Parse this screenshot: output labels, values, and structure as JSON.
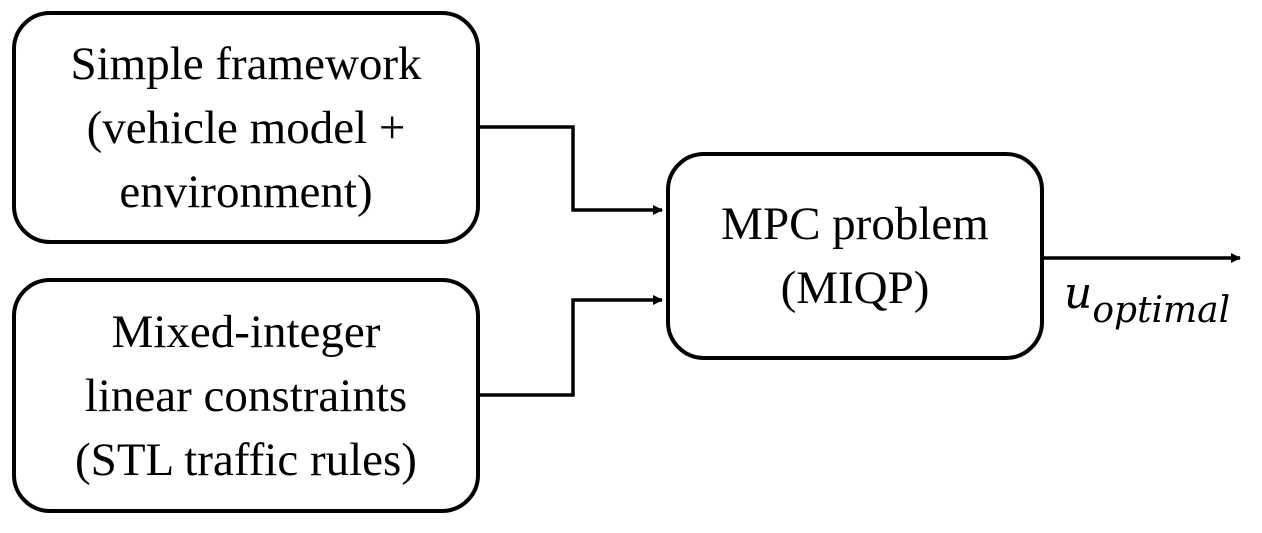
{
  "boxes": {
    "framework": {
      "lines": [
        "Simple framework",
        "(vehicle model +",
        "environment)"
      ]
    },
    "constraints": {
      "lines": [
        "Mixed-integer",
        "linear constraints",
        "(STL traffic rules)"
      ]
    },
    "mpc": {
      "lines": [
        "MPC problem",
        "(MIQP)"
      ]
    }
  },
  "output": {
    "symbol": "u",
    "subscript": "optimal"
  },
  "colors": {
    "stroke": "#000000",
    "background": "#ffffff"
  }
}
